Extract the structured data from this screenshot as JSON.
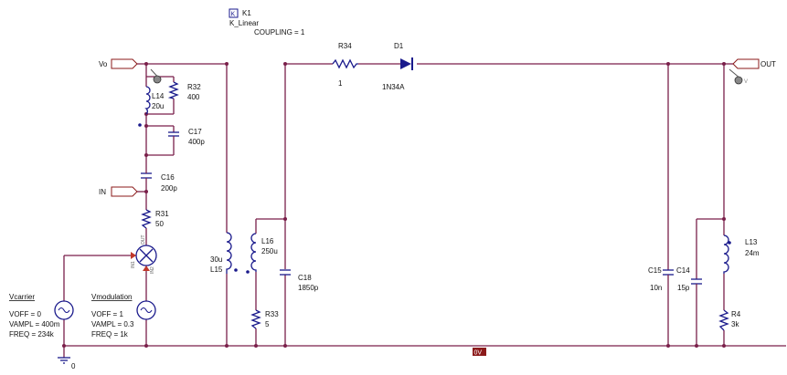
{
  "coupling": {
    "ref": "K1",
    "model": "K_Linear",
    "param": "COUPLING = 1",
    "icon": "K"
  },
  "ports": {
    "vo": "Vo",
    "in": "IN",
    "out": "OUT"
  },
  "ground": {
    "label": "0",
    "net": "0V"
  },
  "r34": {
    "ref": "R34",
    "value": "1"
  },
  "d1": {
    "ref": "D1",
    "model": "1N34A"
  },
  "r32": {
    "ref": "R32",
    "value": "400"
  },
  "l14": {
    "ref": "L14",
    "value": "20u"
  },
  "c17": {
    "ref": "C17",
    "value": "400p"
  },
  "c16": {
    "ref": "C16",
    "value": "200p"
  },
  "r31": {
    "ref": "R31",
    "value": "50"
  },
  "l15": {
    "ref": "L15",
    "value": "30u"
  },
  "l16": {
    "ref": "L16",
    "value": "250u"
  },
  "c18": {
    "ref": "C18",
    "value": "1850p"
  },
  "r33": {
    "ref": "R33",
    "value": "5"
  },
  "c15": {
    "ref": "C15",
    "value": "10n"
  },
  "c14": {
    "ref": "C14",
    "value": "15p"
  },
  "l13": {
    "ref": "L13",
    "value": "24m"
  },
  "r4": {
    "ref": "R4",
    "value": "3k"
  },
  "multiplier": {
    "pin_a": "IN1",
    "pin_b": "IN2",
    "pin_out": "OUT"
  },
  "vcarrier": {
    "name": "Vcarrier",
    "voff": "VOFF = 0",
    "vampl": "VAMPL = 400m",
    "freq": "FREQ = 234k"
  },
  "vmodulation": {
    "name": "Vmodulation",
    "voff": "VOFF = 1",
    "vampl": "VAMPL = 0.3",
    "freq": "FREQ = 1k"
  },
  "probe_labels": {
    "v": "V"
  }
}
